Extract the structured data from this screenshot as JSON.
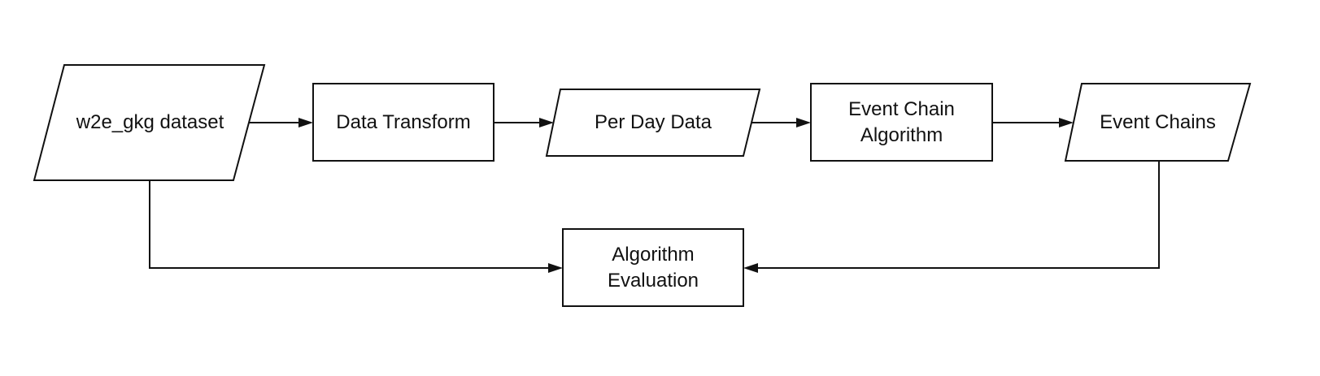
{
  "nodes": {
    "dataset": {
      "label": "w2e_gkg dataset",
      "shape": "parallelogram"
    },
    "transform": {
      "label": "Data Transform",
      "shape": "rectangle"
    },
    "per_day": {
      "label": "Per Day Data",
      "shape": "parallelogram"
    },
    "algorithm": {
      "label": "Event Chain\nAlgorithm",
      "shape": "rectangle"
    },
    "chains": {
      "label": "Event Chains",
      "shape": "parallelogram"
    },
    "evaluation": {
      "label": "Algorithm\nEvaluation",
      "shape": "rectangle"
    }
  },
  "edges": [
    {
      "from": "dataset",
      "to": "transform"
    },
    {
      "from": "transform",
      "to": "per_day"
    },
    {
      "from": "per_day",
      "to": "algorithm"
    },
    {
      "from": "algorithm",
      "to": "chains"
    },
    {
      "from": "dataset",
      "to": "evaluation"
    },
    {
      "from": "chains",
      "to": "evaluation"
    }
  ],
  "colors": {
    "stroke": "#111111",
    "fill": "#ffffff",
    "background": "#ffffff"
  }
}
